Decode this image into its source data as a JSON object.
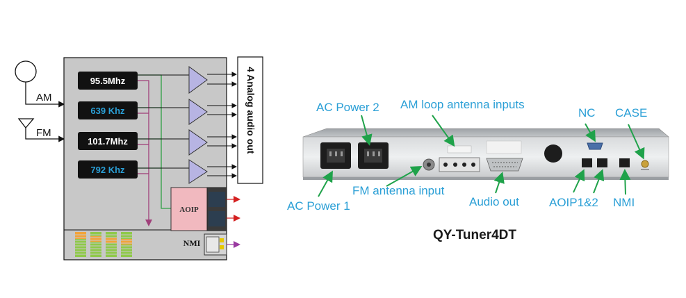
{
  "block_diagram": {
    "inputs": {
      "am_label": "AM",
      "fm_label": "FM"
    },
    "tuners": [
      {
        "freq": "95.5Mhz",
        "color": "#ffffff"
      },
      {
        "freq": "639 Khz",
        "color": "#2a9fd6"
      },
      {
        "freq": "101.7Mhz",
        "color": "#ffffff"
      },
      {
        "freq": "792 Khz",
        "color": "#2a9fd6"
      }
    ],
    "output_label": "4 Analog audio out",
    "aoip_label": "AOIP",
    "nmi_label": "NMI"
  },
  "rear_panel": {
    "callouts": {
      "ac_power_2": "AC Power 2",
      "am_loop": "AM loop antenna inputs",
      "nc": "NC",
      "case": "CASE",
      "fm_antenna": "FM antenna input",
      "ac_power_1": "AC Power 1",
      "audio_out": "Audio out",
      "aoip": "AOIP1&2",
      "nmi": "NMI"
    },
    "model": "QY-Tuner4DT"
  },
  "colors": {
    "callout_text": "#2a9fd6",
    "arrow": "#1fa24a",
    "box_fill": "#c8c8c8",
    "aoip_fill": "#f1b9bf",
    "green_line": "#2ea043",
    "magenta_line": "#a0407a",
    "red_arrow": "#d42020",
    "purple_arrow": "#9a3aa0"
  }
}
